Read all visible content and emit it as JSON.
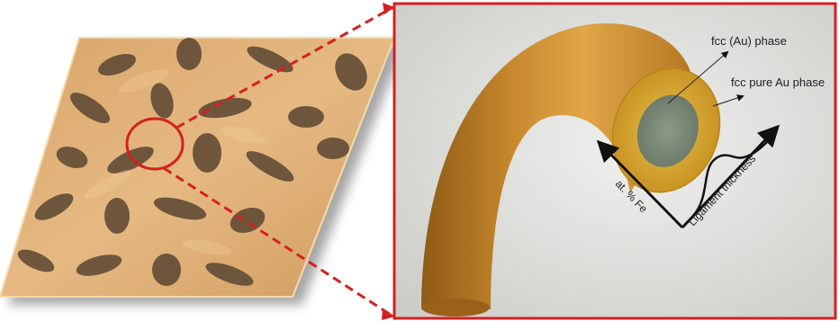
{
  "labels": {
    "inner_phase": "fcc (Au) phase",
    "outer_phase": "fcc pure Au phase",
    "composition_axis": "at. % Fe",
    "thickness_axis": "Ligament thickness"
  },
  "colors": {
    "zoom_marker": "#d42020",
    "gold_light": "#e8b878",
    "gold_dark": "#a06a1c",
    "pore_dark": "#3f3a3a",
    "inner_core": "#7f8f7c",
    "crossection_ring": "#d9a92c",
    "panel_bg": "#dcdcd8"
  },
  "icons": {
    "zoom_circle": "circle-marker-icon",
    "arrows": "arrow-icon"
  }
}
